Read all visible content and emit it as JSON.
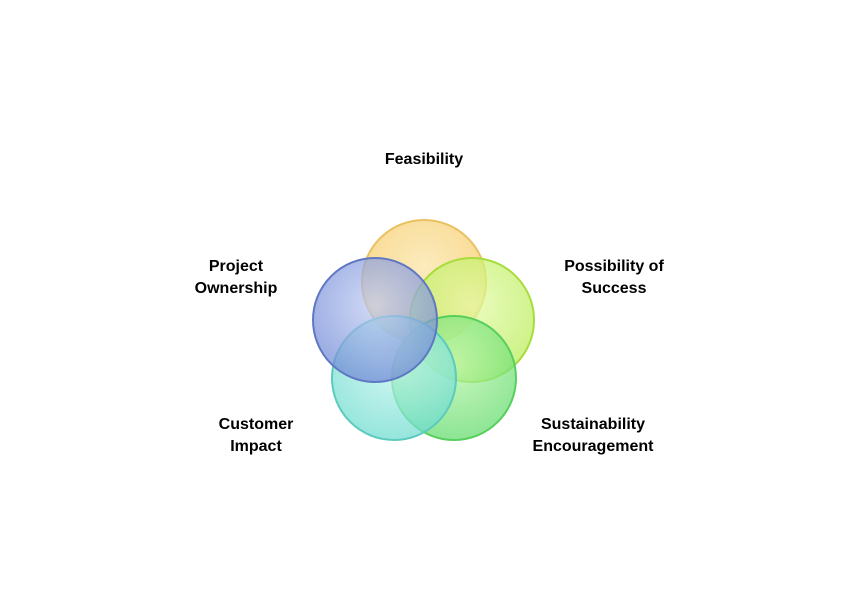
{
  "diagram": {
    "type": "venn-cycle",
    "items": [
      {
        "id": "feasibility",
        "lines": [
          "Feasibility"
        ],
        "color": "#f8d27a"
      },
      {
        "id": "possibility",
        "lines": [
          "Possibility of",
          "Success"
        ],
        "color": "#c6f06a"
      },
      {
        "id": "sustainability",
        "lines": [
          "Sustainability",
          "Encouragement"
        ],
        "color": "#7ee27a"
      },
      {
        "id": "customer",
        "lines": [
          "Customer",
          "Impact"
        ],
        "color": "#7fe3d7"
      },
      {
        "id": "ownership",
        "lines": [
          "Project",
          "Ownership"
        ],
        "color": "#7f98dd"
      }
    ]
  }
}
